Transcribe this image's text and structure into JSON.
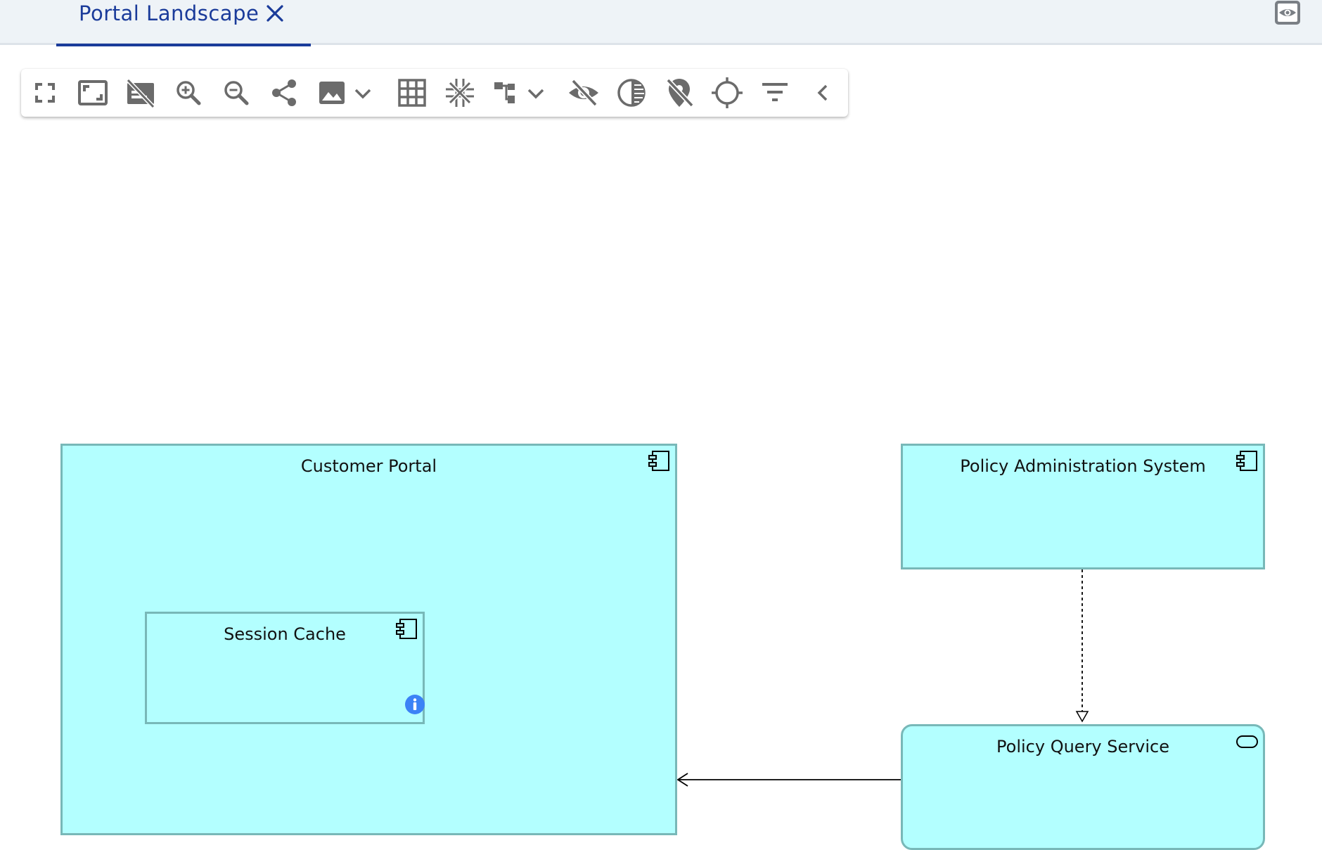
{
  "tab": {
    "label": "Portal Landscape"
  },
  "toolbar": {
    "buttons": [
      {
        "name": "fullscreen",
        "icon": "fullscreen-icon"
      },
      {
        "name": "fit-to-screen",
        "icon": "fit-screen-icon"
      },
      {
        "name": "hide-labels",
        "icon": "hide-labels-icon"
      },
      {
        "name": "zoom-in",
        "icon": "zoom-in-icon"
      },
      {
        "name": "zoom-out",
        "icon": "zoom-out-icon"
      },
      {
        "name": "share",
        "icon": "share-icon"
      },
      {
        "name": "export-image",
        "icon": "image-icon"
      },
      {
        "name": "grid",
        "icon": "grid-icon"
      },
      {
        "name": "snap",
        "icon": "snap-icon"
      },
      {
        "name": "layout",
        "icon": "layout-icon"
      },
      {
        "name": "visibility",
        "icon": "eye-off-icon"
      },
      {
        "name": "contrast",
        "icon": "contrast-icon"
      },
      {
        "name": "location-off",
        "icon": "location-off-icon"
      },
      {
        "name": "locate",
        "icon": "crosshair-icon"
      },
      {
        "name": "filter",
        "icon": "filter-icon"
      },
      {
        "name": "collapse-toolbar",
        "icon": "chevron-left-icon"
      }
    ]
  },
  "diagram": {
    "nodes": {
      "customer_portal": {
        "label": "Customer Portal",
        "type": "application-component"
      },
      "session_cache": {
        "label": "Session Cache",
        "type": "application-component"
      },
      "policy_admin": {
        "label": "Policy Administration System",
        "type": "application-component"
      },
      "policy_query": {
        "label": "Policy Query Service",
        "type": "application-service"
      }
    },
    "colors": {
      "node_fill": "#b3ffff",
      "node_border": "#78b8b8",
      "accent": "#1a3b9a",
      "info": "#3b82f6",
      "toolbar_icon": "#6b6b6b"
    }
  }
}
